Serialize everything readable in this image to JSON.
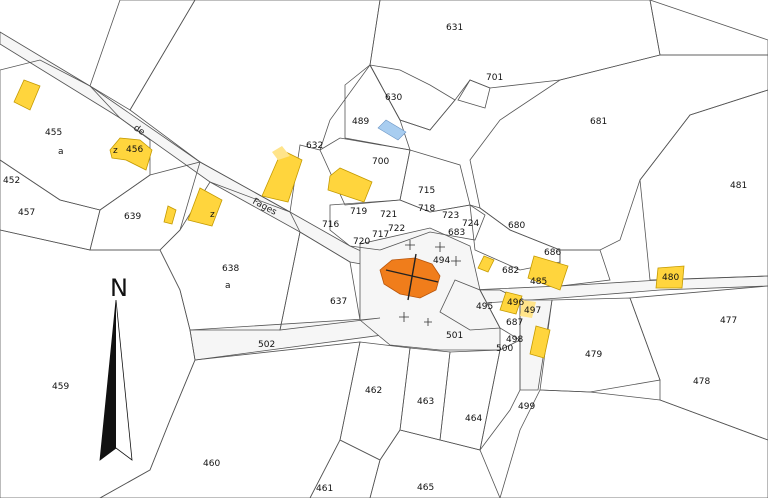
{
  "map": {
    "parcel_numbers": [
      "631",
      "701",
      "630",
      "489",
      "681",
      "455",
      "456",
      "632",
      "700",
      "715",
      "481",
      "452",
      "457",
      "639",
      "716",
      "719",
      "721",
      "718",
      "723",
      "724",
      "680",
      "722",
      "717",
      "720",
      "683",
      "686",
      "638",
      "494",
      "682",
      "485",
      "480",
      "637",
      "495",
      "496",
      "497",
      "687",
      "477",
      "502",
      "501",
      "498",
      "500",
      "479",
      "459",
      "462",
      "463",
      "464",
      "499",
      "478",
      "460",
      "461",
      "465"
    ],
    "subparcel_letters": [
      "a",
      "z",
      "z",
      "a"
    ],
    "road_name_parts": [
      "de",
      "Fages"
    ],
    "north_label": "N",
    "colors": {
      "building_hard": "#ffd53d",
      "building_light": "#ffe48a",
      "church": "#f07d1b",
      "pool": "#a8cdf0",
      "line": "#555555"
    },
    "icons": [
      "north-arrow-icon",
      "cross-icon"
    ]
  }
}
